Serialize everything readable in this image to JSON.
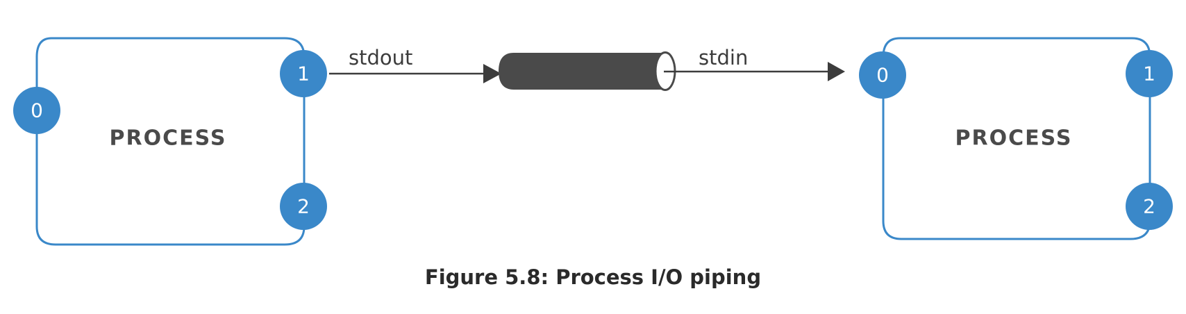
{
  "left_process": {
    "label": "PROCESS",
    "fd_in": "0",
    "fd_out": "1",
    "fd_err": "2"
  },
  "right_process": {
    "label": "PROCESS",
    "fd_in": "0",
    "fd_out": "1",
    "fd_err": "2"
  },
  "stdout_label": "stdout",
  "stdin_label": "stdin",
  "caption": "Figure 5.8: Process I/O piping",
  "colors": {
    "accent": "#3a88c9",
    "pipe": "#4a4a4a",
    "text": "#3c3c3c"
  }
}
